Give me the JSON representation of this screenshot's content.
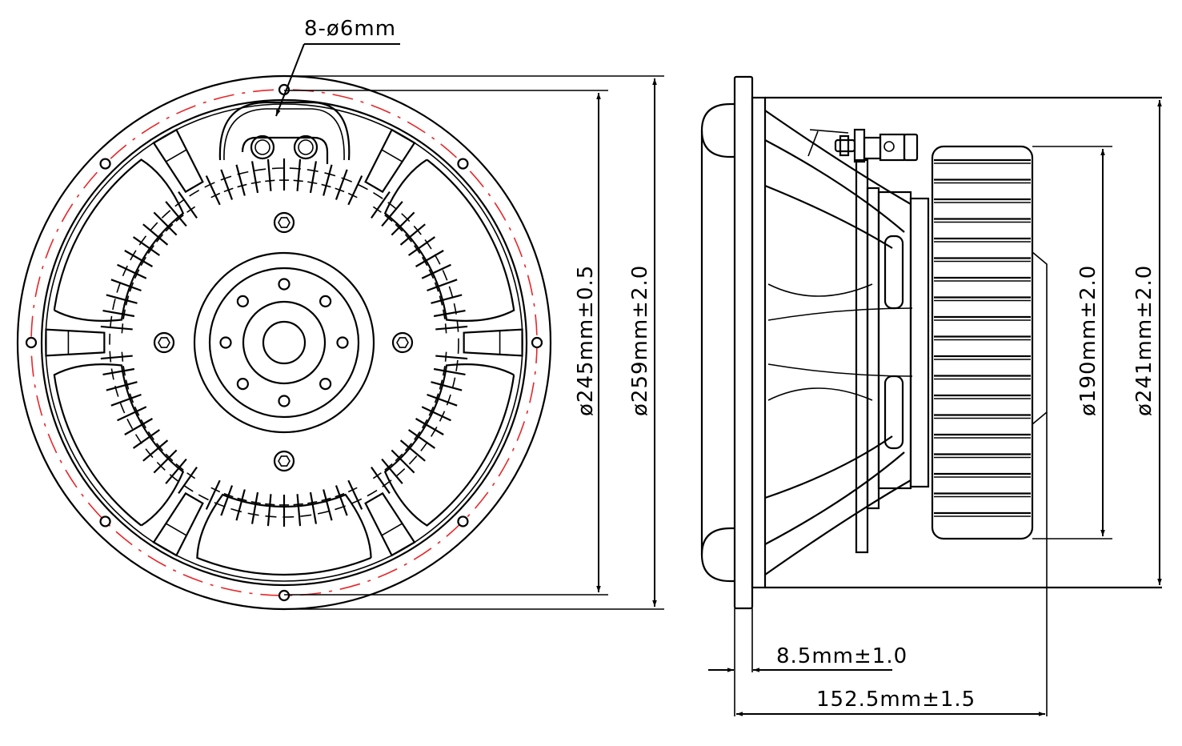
{
  "drawing": {
    "front_view": {
      "mounting_holes_label": "8-ø6mm",
      "baffle_diameter_label": "ø245mm±0.5",
      "outer_diameter_label": "ø259mm±2.0"
    },
    "side_view": {
      "magnet_diameter_label": "ø190mm±2.0",
      "frame_diameter_label": "ø241mm±2.0",
      "flange_thickness_label": "8.5mm±1.0",
      "overall_depth_label": "152.5mm±1.5"
    },
    "colors": {
      "line": "#000000",
      "centerline": "#e8262a",
      "background": "#ffffff"
    }
  }
}
